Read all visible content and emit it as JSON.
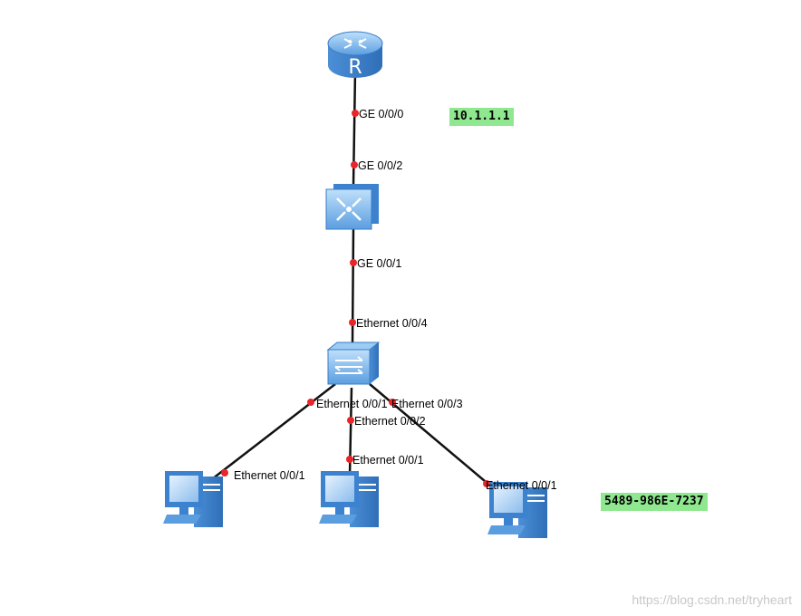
{
  "router": {
    "label": "R"
  },
  "links": [
    {
      "id": "router-l3switch",
      "a_port": "GE 0/0/0",
      "b_port": "GE 0/0/2"
    },
    {
      "id": "l3switch-l2switch",
      "a_port": "GE 0/0/1",
      "b_port": "Ethernet 0/0/4"
    },
    {
      "id": "l2switch-pc1",
      "a_port": "Ethernet 0/0/1",
      "b_port": "Ethernet 0/0/1"
    },
    {
      "id": "l2switch-pc2",
      "a_port": "Ethernet 0/0/2",
      "b_port": "Ethernet 0/0/1"
    },
    {
      "id": "l2switch-pc3",
      "a_port": "Ethernet 0/0/3",
      "b_port": "Ethernet 0/0/1"
    }
  ],
  "notes": {
    "ip": "10.1.1.1",
    "mac": "5489-986E-7237"
  },
  "watermark": "https://blog.csdn.net/tryheart",
  "colors": {
    "port_dot": "#e8262a",
    "note_bg": "#8fe88f",
    "link": "#111111"
  }
}
